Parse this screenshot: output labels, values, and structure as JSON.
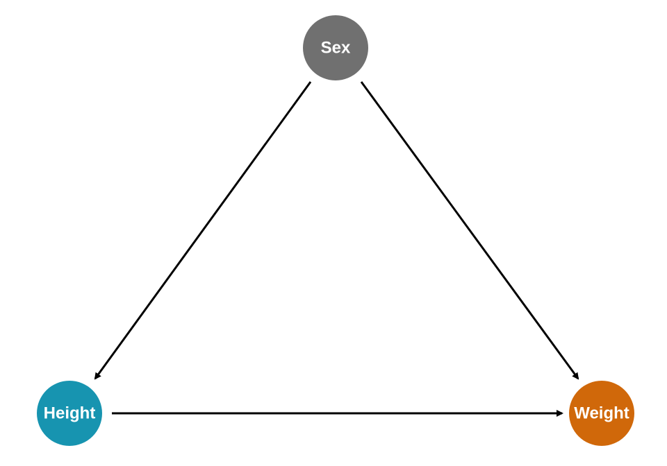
{
  "nodes": [
    {
      "id": "sex",
      "label": "Sex",
      "color": "#707070"
    },
    {
      "id": "height",
      "label": "Height",
      "color": "#1794B0"
    },
    {
      "id": "weight",
      "label": "Weight",
      "color": "#D0680A"
    }
  ],
  "edges": [
    {
      "from": "Sex",
      "to": "Height"
    },
    {
      "from": "Sex",
      "to": "Weight"
    },
    {
      "from": "Height",
      "to": "Weight"
    }
  ]
}
